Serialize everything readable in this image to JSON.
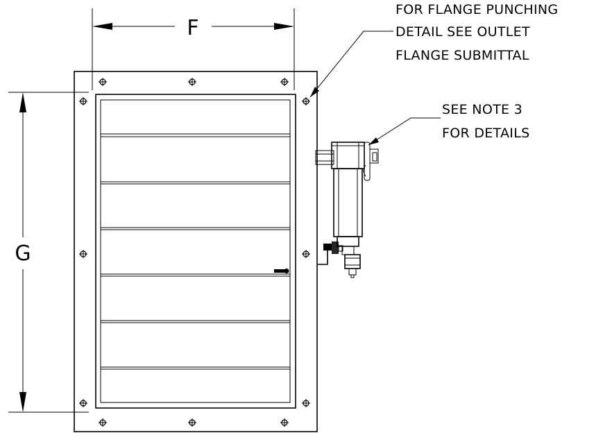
{
  "dimensions": {
    "width_label": "F",
    "height_label": "G"
  },
  "notes": {
    "flange_note": [
      "FOR FLANGE PUNCHING",
      "DETAIL SEE OUTLET",
      "FLANGE SUBMITTAL"
    ],
    "actuator_note": [
      "SEE NOTE 3",
      "FOR DETAILS"
    ]
  },
  "damper": {
    "blade_count": 7,
    "bolt_symbol": "bolt-hole-crosshair-icon"
  },
  "colors": {
    "line": "#000000",
    "background": "#ffffff"
  }
}
